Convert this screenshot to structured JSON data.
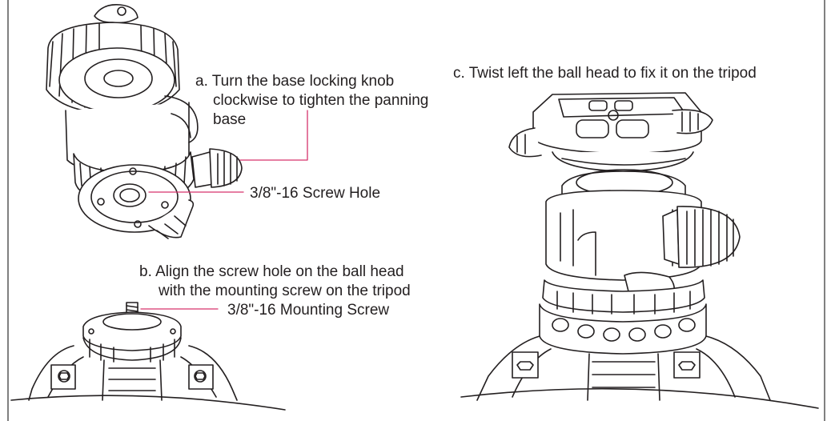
{
  "step_a": {
    "line1": "a. Turn the base locking knob",
    "line2": "clockwise to tighten the panning",
    "line3": "base"
  },
  "step_b": {
    "line1": "b. Align the screw hole on the ball head",
    "line2": "with the mounting screw on the tripod"
  },
  "step_c": {
    "line1": "c. Twist left the ball head to fix it on the tripod"
  },
  "callouts": {
    "screw_hole": "3/8\"-16 Screw Hole",
    "mounting_screw": "3/8\"-16 Mounting Screw"
  },
  "colors": {
    "leader_line": "#d6336c",
    "ink": "#231f20"
  }
}
